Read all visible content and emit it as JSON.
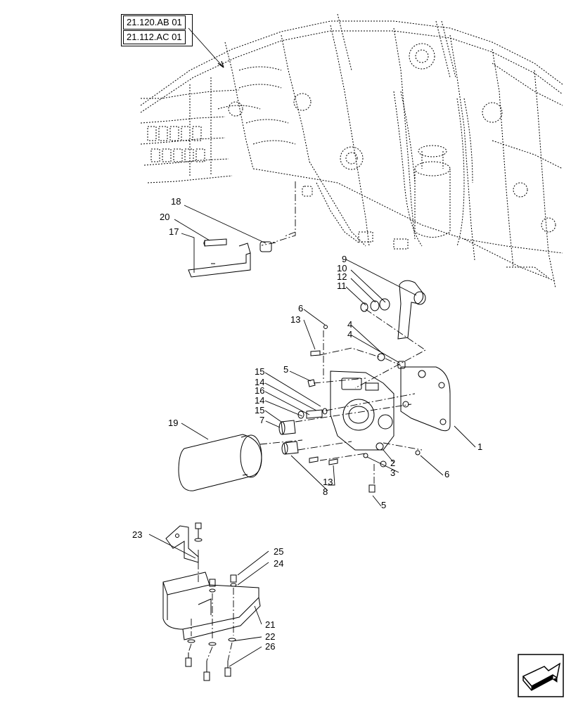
{
  "references": [
    "21.120.AB 01",
    "21.112.AC 01"
  ],
  "callouts": [
    {
      "id": "c18",
      "label": "18"
    },
    {
      "id": "c20",
      "label": "20"
    },
    {
      "id": "c17",
      "label": "17"
    },
    {
      "id": "c9",
      "label": "9"
    },
    {
      "id": "c10",
      "label": "10"
    },
    {
      "id": "c12",
      "label": "12"
    },
    {
      "id": "c11",
      "label": "11"
    },
    {
      "id": "c6a",
      "label": "6"
    },
    {
      "id": "c13a",
      "label": "13"
    },
    {
      "id": "c4a",
      "label": "4"
    },
    {
      "id": "c4b",
      "label": "4"
    },
    {
      "id": "c5a",
      "label": "5"
    },
    {
      "id": "c15a",
      "label": "15"
    },
    {
      "id": "c14a",
      "label": "14"
    },
    {
      "id": "c16",
      "label": "16"
    },
    {
      "id": "c14b",
      "label": "14"
    },
    {
      "id": "c15b",
      "label": "15"
    },
    {
      "id": "c7",
      "label": "7"
    },
    {
      "id": "c19",
      "label": "19"
    },
    {
      "id": "c1",
      "label": "1"
    },
    {
      "id": "c2",
      "label": "2"
    },
    {
      "id": "c3",
      "label": "3"
    },
    {
      "id": "c6b",
      "label": "6"
    },
    {
      "id": "c13b",
      "label": "13"
    },
    {
      "id": "c8",
      "label": "8"
    },
    {
      "id": "c5b",
      "label": "5"
    },
    {
      "id": "c23",
      "label": "23"
    },
    {
      "id": "c25",
      "label": "25"
    },
    {
      "id": "c24",
      "label": "24"
    },
    {
      "id": "c21",
      "label": "21"
    },
    {
      "id": "c22",
      "label": "22"
    },
    {
      "id": "c26",
      "label": "26"
    }
  ],
  "nav_icon": "next-page-arrow-icon"
}
